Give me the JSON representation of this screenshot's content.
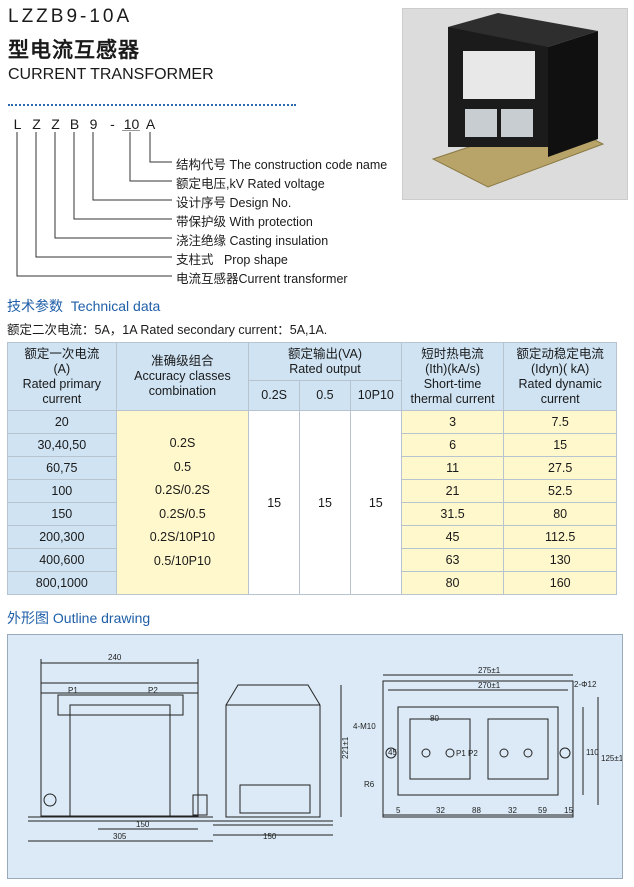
{
  "header": {
    "model": "LZZB9-10A",
    "title_cn": "型电流互感器",
    "title_en": "CURRENT TRANSFORMER"
  },
  "code": {
    "letters": [
      "L",
      "Z",
      "Z",
      "B",
      "9",
      "-",
      "10",
      "A"
    ],
    "legend": [
      {
        "cn": "结构代号",
        "en": "The construction code name"
      },
      {
        "cn": "额定电压,kV",
        "en": "Rated voltage"
      },
      {
        "cn": "设计序号",
        "en": "Design No."
      },
      {
        "cn": "带保护级",
        "en": "With protection"
      },
      {
        "cn": "浇注绝缘",
        "en": "Casting insulation"
      },
      {
        "cn": "支柱式",
        "en": "Prop shape"
      },
      {
        "cn": "电流互感器",
        "en": "Current transformer"
      }
    ]
  },
  "technical": {
    "title_cn": "技术参数",
    "title_en": "Technical data",
    "secondary": "额定二次电流：5A，1A  Rated secondary current：5A,1A.",
    "headers": {
      "primary_cn": "额定一次电流",
      "primary_unit": "(A)",
      "primary_en1": "Rated primary",
      "primary_en2": "current",
      "accuracy_cn": "准确级组合",
      "accuracy_en1": "Accuracy classes",
      "accuracy_en2": "combination",
      "output_cn": "额定输出(VA)",
      "output_en": "Rated output",
      "out_02s": "0.2S",
      "out_05": "0.5",
      "out_10p10": "10P10",
      "thermal_cn": "短时热电流",
      "thermal_unit": "(Ith)(kA/s)",
      "thermal_en1": "Short-time",
      "thermal_en2": "thermal current",
      "dynamic_cn": "额定动稳定电流",
      "dynamic_unit": "(Idyn)( kA)",
      "dynamic_en1": "Rated dynamic",
      "dynamic_en2": "current"
    },
    "accuracy_list": [
      "0.2S",
      "0.5",
      "0.2S/0.2S",
      "0.2S/0.5",
      "0.2S/10P10",
      "0.5/10P10"
    ],
    "output_values": {
      "o02s": "15",
      "o05": "15",
      "o10p10": "15"
    },
    "rows": [
      {
        "primary": "20",
        "thermal": "3",
        "dynamic": "7.5"
      },
      {
        "primary": "30,40,50",
        "thermal": "6",
        "dynamic": "15"
      },
      {
        "primary": "60,75",
        "thermal": "11",
        "dynamic": "27.5"
      },
      {
        "primary": "100",
        "thermal": "21",
        "dynamic": "52.5"
      },
      {
        "primary": "150",
        "thermal": "31.5",
        "dynamic": "80"
      },
      {
        "primary": "200,300",
        "thermal": "45",
        "dynamic": "112.5"
      },
      {
        "primary": "400,600",
        "thermal": "63",
        "dynamic": "130"
      },
      {
        "primary": "800,1000",
        "thermal": "80",
        "dynamic": "160"
      }
    ]
  },
  "outline": {
    "title_cn": "外形图",
    "title_en": "Outline drawing",
    "dims": {
      "w240": "240",
      "w150a": "150",
      "w305": "305",
      "w150b": "150",
      "h221": "221±1",
      "p1": "P1",
      "p2": "P2",
      "d275": "275±1",
      "d270": "270±1",
      "holes": "2-Φ12",
      "m10": "4-M10",
      "d80": "80",
      "d45": "45",
      "d110": "110",
      "d125": "125±1",
      "p1p2": "P1 P2",
      "r6": "R6",
      "b5": "5",
      "b32a": "32",
      "b88": "88",
      "b32b": "32",
      "b59": "59",
      "b15": "15"
    }
  }
}
